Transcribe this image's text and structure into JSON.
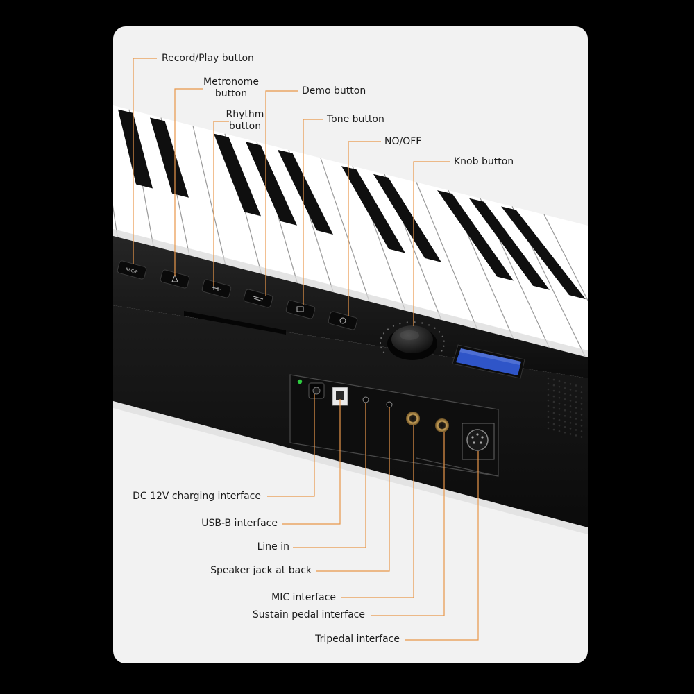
{
  "colors": {
    "background": "#000000",
    "card": "#f2f2f2",
    "leader": "#e8974a",
    "keyboard_body": "#161616",
    "lcd": "#2f55c8",
    "led": "#2ecc40"
  },
  "top_callouts": {
    "record_play": "Record/Play button",
    "metronome": "Metronome\nbutton",
    "rhythm": "Rhythm\nbutton",
    "demo": "Demo button",
    "tone": "Tone button",
    "no_off": "NO/OFF",
    "knob": "Knob button"
  },
  "bottom_callouts": {
    "dc": "DC 12V charging interface",
    "usb": "USB-B interface",
    "line_in": "Line in",
    "speaker": "Speaker jack at back",
    "mic": "MIC interface",
    "sustain": "Sustain pedal interface",
    "tripedal": "Tripedal interface"
  },
  "panel_button_icons": [
    "rec-play-icon",
    "metronome-icon",
    "rhythm-icon",
    "demo-icon",
    "tone-icon",
    "power-icon"
  ],
  "port_icons": [
    "dc-jack-icon",
    "usb-b-port-icon",
    "line-in-jack-icon",
    "speaker-jack-icon",
    "mic-jack-icon",
    "sustain-jack-icon",
    "tripedal-din-icon"
  ]
}
